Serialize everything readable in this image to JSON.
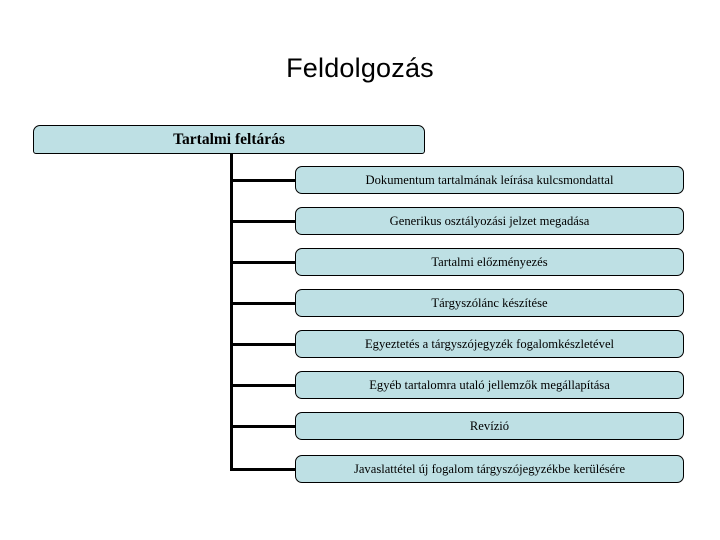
{
  "slide": {
    "title": "Feldolgozás",
    "background_color": "#ffffff"
  },
  "diagram": {
    "type": "hierarchy-tree",
    "node_fill_color": "#bee0e4",
    "node_border_color": "#000000",
    "connector_color": "#000000",
    "root": {
      "label": "Tartalmi feltárás"
    },
    "children": [
      {
        "label": "Dokumentum tartalmának leírása kulcsmondattal"
      },
      {
        "label": "Generikus osztályozási jelzet megadása"
      },
      {
        "label": "Tartalmi előzményezés"
      },
      {
        "label": "Tárgyszólánc készítése"
      },
      {
        "label": "Egyeztetés a tárgyszójegyzék fogalomkészletével"
      },
      {
        "label": "Egyéb tartalomra utaló jellemzők megállapítása"
      },
      {
        "label": "Revízió"
      },
      {
        "label": "Javaslattétel új fogalom tárgyszójegyzékbe kerülésére"
      }
    ]
  }
}
